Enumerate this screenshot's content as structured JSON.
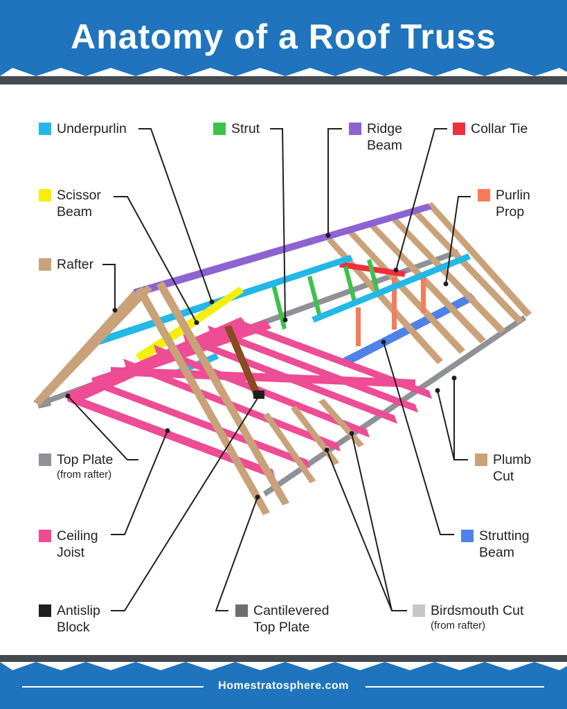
{
  "title": "Anatomy of a Roof Truss",
  "footer": {
    "site": "Homestratosphere.com"
  },
  "colors": {
    "header_blue": "#1f74bd",
    "header_dark": "#444a50",
    "underpurlin": "#22b8e8",
    "strut": "#3cc24a",
    "ridge_beam": "#8d62d2",
    "collar_tie": "#ef2f3c",
    "scissor_beam": "#f5ef0c",
    "purlin_prop": "#f47c5a",
    "rafter": "#c9a27a",
    "plumb_cut": "#c9a27a",
    "top_plate": "#8e9196",
    "ceiling_joist": "#ee4c94",
    "strutting_beam": "#4f82e8",
    "antislip_block": "#1e1e1e",
    "cantilevered_top_plate": "#6e6e6e",
    "birdsmouth_cut": "#c6c6c6"
  },
  "labels": {
    "underpurlin": {
      "line1": "Underpurlin"
    },
    "strut": {
      "line1": "Strut"
    },
    "ridge_beam": {
      "line1": "Ridge",
      "line2": "Beam"
    },
    "collar_tie": {
      "line1": "Collar Tie"
    },
    "scissor_beam": {
      "line1": "Scissor",
      "line2": "Beam"
    },
    "purlin_prop": {
      "line1": "Purlin",
      "line2": "Prop"
    },
    "rafter": {
      "line1": "Rafter"
    },
    "top_plate": {
      "line1": "Top Plate",
      "sub": "(from rafter)"
    },
    "plumb_cut": {
      "line1": "Plumb",
      "line2": "Cut"
    },
    "ceiling_joist": {
      "line1": "Ceiling",
      "line2": "Joist"
    },
    "strutting_beam": {
      "line1": "Strutting",
      "line2": "Beam"
    },
    "antislip_block": {
      "line1": "Antislip",
      "line2": "Block"
    },
    "cantilevered_top_plate": {
      "line1": "Cantilevered",
      "line2": "Top Plate"
    },
    "birdsmouth_cut": {
      "line1": "Birdsmouth Cut",
      "sub": "(from rafter)"
    }
  }
}
